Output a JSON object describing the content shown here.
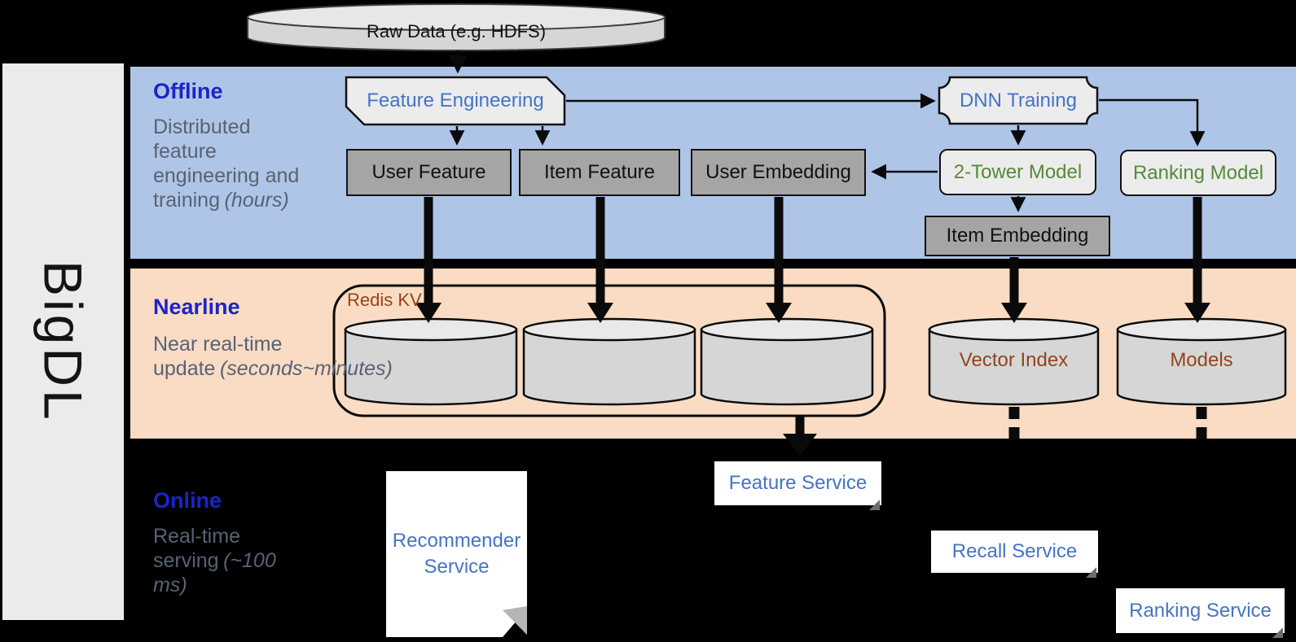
{
  "brand": {
    "label": "BigDL"
  },
  "sections": [
    {
      "title": "Offline",
      "desc": "Distributed feature engineering and training",
      "desc_italic": "(hours)"
    },
    {
      "title": "Nearline",
      "desc": "Near real-time update",
      "desc_italic": "(seconds~minutes)"
    },
    {
      "title": "Online",
      "desc": "Real-time serving",
      "desc_italic": "(~100 ms)"
    }
  ],
  "nodes": {
    "raw_data": "Raw Data (e.g. HDFS)",
    "feature_engineering": "Feature Engineering",
    "dnn_training": "DNN Training",
    "user_feature": "User Feature",
    "item_feature": "Item Feature",
    "user_embedding": "User Embedding",
    "two_tower_model": "2-Tower Model",
    "ranking_model": "Ranking Model",
    "item_embedding": "Item Embedding",
    "redis_kv": "Redis KV",
    "vector_index": "Vector Index",
    "models": "Models",
    "recommender_service": "Recommender Service",
    "feature_service": "Feature Service",
    "recall_service": "Recall Service",
    "ranking_service": "Ranking Service"
  },
  "colors": {
    "background": "#000000",
    "offline_band": "#aec5e8",
    "nearline_band": "#f9dcc3",
    "brand_strip": "#ebebeb",
    "section_title_blue": "#1b24c8",
    "section_body_gray": "#596273",
    "node_text_blue": "#4573c4",
    "node_text_green": "#568a36",
    "node_text_brown": "#94441a",
    "gray_box_fill": "#a5a5a5",
    "light_box_fill": "#ececec",
    "cylinder_fill": "#d6d6d6"
  }
}
